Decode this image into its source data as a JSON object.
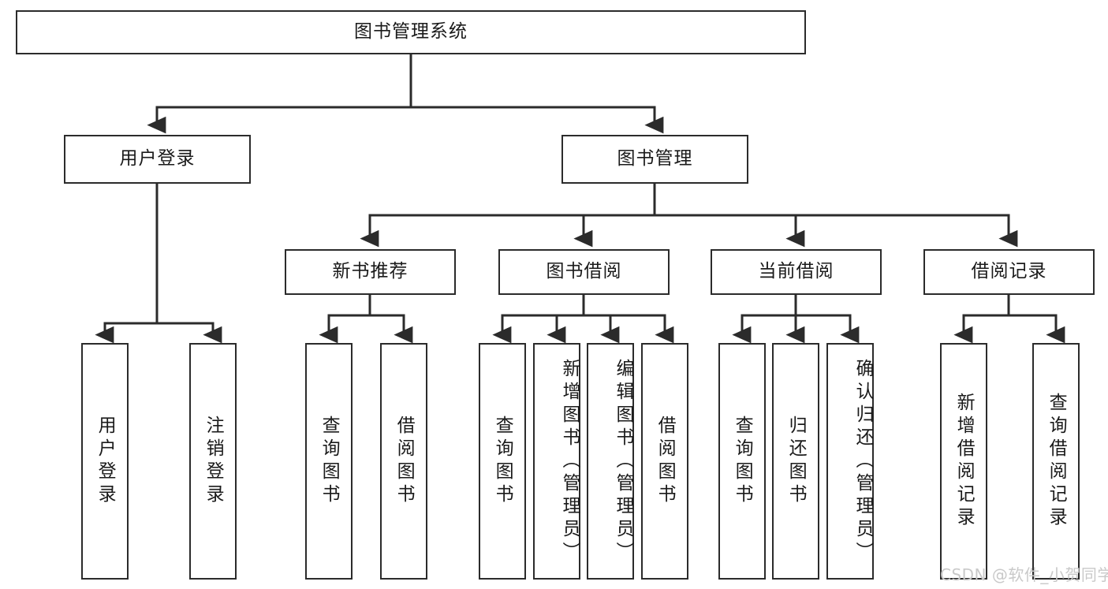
{
  "diagram": {
    "title": "图书管理系统",
    "type": "tree-hierarchy-chart",
    "stroke_color": "#2b2b2b",
    "background_color": "#ffffff",
    "watermark": "CSDN @软件_小贺同学",
    "levels": {
      "root": "图书管理系统",
      "level2": [
        "用户登录",
        "图书管理"
      ],
      "level3": [
        "新书推荐",
        "图书借阅",
        "当前借阅",
        "借阅记录"
      ]
    },
    "nodes": {
      "root": {
        "label": "图书管理系统"
      },
      "user_login": {
        "label": "用户登录"
      },
      "book_manage": {
        "label": "图书管理"
      },
      "new_book_rec": {
        "label": "新书推荐"
      },
      "book_borrow": {
        "label": "图书借阅"
      },
      "current_borrow": {
        "label": "当前借阅"
      },
      "borrow_record": {
        "label": "借阅记录"
      },
      "leaf_user_login": {
        "label": "用户登录"
      },
      "leaf_logout": {
        "label": "注销登录"
      },
      "leaf_query_book_1": {
        "label": "查询图书"
      },
      "leaf_borrow_book_1": {
        "label": "借阅图书"
      },
      "leaf_query_book_2": {
        "label": "查询图书"
      },
      "leaf_add_book": {
        "label": "新增图书（管理员）"
      },
      "leaf_edit_book": {
        "label": "编辑图书（管理员）"
      },
      "leaf_borrow_book_2": {
        "label": "借阅图书"
      },
      "leaf_query_book_3": {
        "label": "查询图书"
      },
      "leaf_return_book": {
        "label": "归还图书"
      },
      "leaf_confirm_return": {
        "label": "确认归还（管理员）"
      },
      "leaf_add_record": {
        "label": "新增借阅记录"
      },
      "leaf_query_record": {
        "label": "查询借阅记录"
      }
    }
  }
}
